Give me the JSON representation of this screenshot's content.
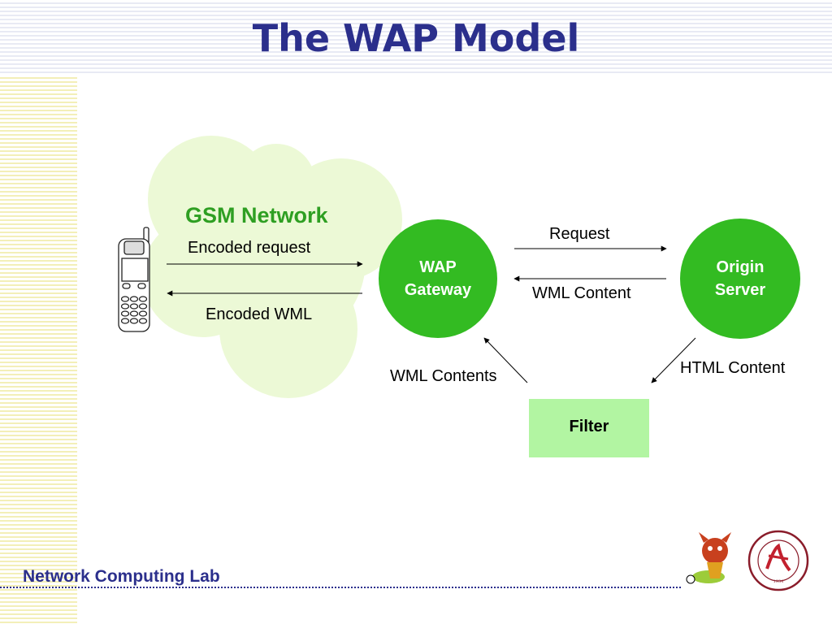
{
  "slide": {
    "title": "The WAP Model"
  },
  "cloud": {
    "label": "GSM Network"
  },
  "nodes": {
    "gateway_line1": "WAP",
    "gateway_line2": "Gateway",
    "server_line1": "Origin",
    "server_line2": "Server",
    "filter": "Filter"
  },
  "flows": {
    "encoded_request": "Encoded request",
    "encoded_wml": "Encoded WML",
    "request": "Request",
    "wml_content": "WML Content",
    "html_content": "HTML Content",
    "wml_contents": "WML Contents"
  },
  "footer": {
    "lab": "Network Computing Lab"
  },
  "colors": {
    "title": "#2b2f8c",
    "node_green": "#33bb22",
    "cloud_fill": "#ecf9d6",
    "cloud_label": "#2e9f22",
    "filter_fill": "#b2f5a2"
  }
}
